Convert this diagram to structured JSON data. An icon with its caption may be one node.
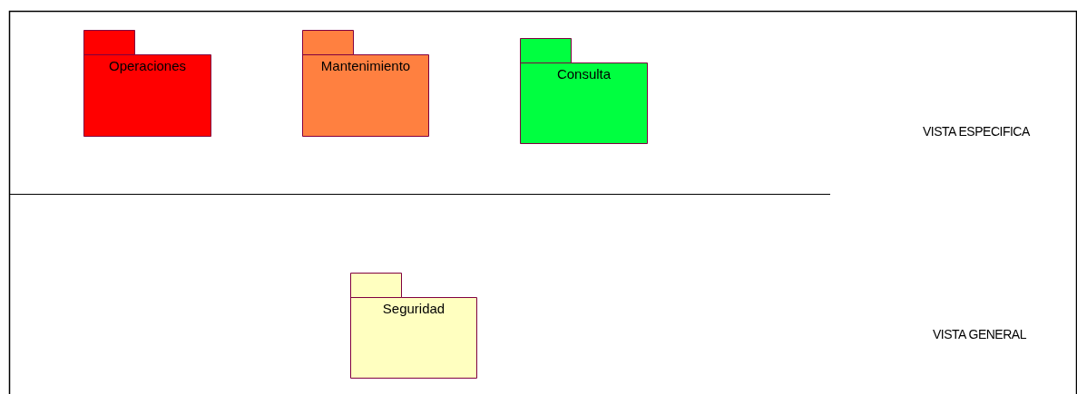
{
  "diagram": {
    "nodes": [
      {
        "text": [
          "Operaciones"
        ]
      },
      {
        "text": [
          "Mantenimiento"
        ]
      },
      {
        "text": [
          "Consulta"
        ]
      },
      {
        "text": [
          "Seguridad"
        ]
      }
    ],
    "edges": [],
    "labels": [
      "VISTA ESPECIFICA",
      "VISTA GENERAL"
    ]
  }
}
